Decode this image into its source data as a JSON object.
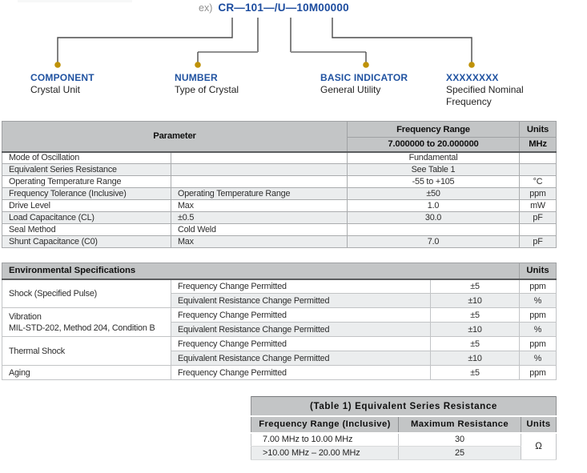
{
  "colors": {
    "accent_blue": "#2153a1",
    "part_number_blue": "#1b4b9e",
    "dot_gold": "#bf9208",
    "header_gray": "#c3c5c6",
    "alt_row_gray": "#ebedee"
  },
  "part_number_diagram": {
    "prefix": "ex)",
    "part_number": "CR—101—/U—10M00000",
    "labels": [
      {
        "title": "COMPONENT",
        "line1": "Crystal Unit",
        "line2": ""
      },
      {
        "title": "NUMBER",
        "line1": "Type of Crystal",
        "line2": ""
      },
      {
        "title": "BASIC INDICATOR",
        "line1": "General Utility",
        "line2": ""
      },
      {
        "title": "XXXXXXXX",
        "line1": "Specified Nominal",
        "line2": "Frequency"
      }
    ]
  },
  "main_table": {
    "header": {
      "parameter": "Parameter",
      "frequency_range": "Frequency Range",
      "range_value": "7.000000 to 20.000000",
      "units": "Units",
      "units_value": "MHz"
    },
    "rows": [
      {
        "name": "Mode of Oscillation",
        "condition": "",
        "value": "Fundamental",
        "unit": ""
      },
      {
        "name": "Equivalent Series Resistance",
        "condition": "",
        "value": "See Table 1",
        "unit": ""
      },
      {
        "name": "Operating Temperature Range",
        "condition": "",
        "value": "-55 to +105",
        "unit": "°C"
      },
      {
        "name": "Frequency Tolerance (Inclusive)",
        "condition": "Operating Temperature Range",
        "value": "±50",
        "unit": "ppm"
      },
      {
        "name": "Drive Level",
        "condition": "Max",
        "value": "1.0",
        "unit": "mW"
      },
      {
        "name": "Load Capacitance (CL)",
        "condition": "±0.5",
        "value": "30.0",
        "unit": "pF"
      },
      {
        "name": "Seal Method",
        "condition": "Cold Weld",
        "value": "",
        "unit": ""
      },
      {
        "name": "Shunt Capacitance (C0)",
        "condition": "Max",
        "value": "7.0",
        "unit": "pF"
      }
    ]
  },
  "env_table": {
    "title": "Environmental Specifications",
    "units_label": "Units",
    "groups": [
      {
        "name1": "Shock (Specified Pulse)",
        "name2": "",
        "rows": [
          {
            "desc": "Frequency Change Permitted",
            "value": "±5",
            "unit": "ppm"
          },
          {
            "desc": "Equivalent Resistance Change Permitted",
            "value": "±10",
            "unit": "%"
          }
        ]
      },
      {
        "name1": "Vibration",
        "name2": "MIL-STD-202, Method 204, Condition B",
        "rows": [
          {
            "desc": "Frequency Change Permitted",
            "value": "±5",
            "unit": "ppm"
          },
          {
            "desc": "Equivalent Resistance Change Permitted",
            "value": "±10",
            "unit": "%"
          }
        ]
      },
      {
        "name1": "Thermal Shock",
        "name2": "",
        "rows": [
          {
            "desc": "Frequency Change Permitted",
            "value": "±5",
            "unit": "ppm"
          },
          {
            "desc": "Equivalent Resistance Change Permitted",
            "value": "±10",
            "unit": "%"
          }
        ]
      },
      {
        "name1": "Aging",
        "name2": "",
        "rows": [
          {
            "desc": "Frequency Change Permitted",
            "value": "±5",
            "unit": "ppm"
          }
        ]
      }
    ]
  },
  "table1": {
    "title": "(Table 1) Equivalent Series Resistance",
    "col_freq": "Frequency Range (Inclusive)",
    "col_max": "Maximum Resistance",
    "col_units": "Units",
    "rows": [
      {
        "freq": "7.00 MHz to 10.00 MHz",
        "max": "30"
      },
      {
        "freq": ">10.00 MHz – 20.00 MHz",
        "max": "25"
      }
    ],
    "unit": "Ω"
  }
}
